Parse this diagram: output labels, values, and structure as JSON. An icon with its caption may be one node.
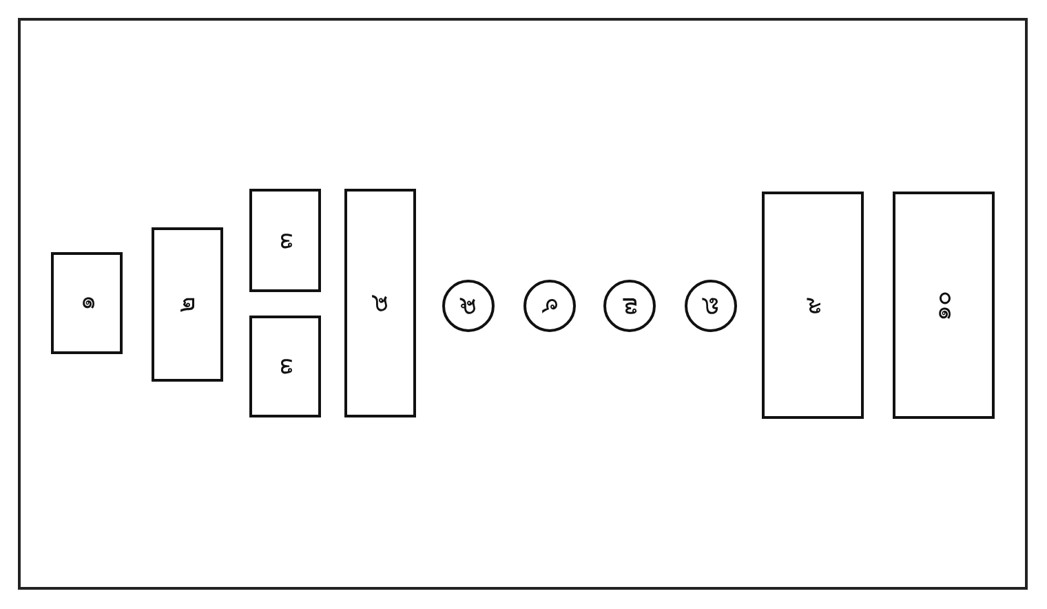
{
  "diagram": {
    "nodes": [
      {
        "text": [
          "๑"
        ]
      },
      {
        "text": [
          "๒"
        ]
      },
      {
        "text": [
          "๓"
        ]
      },
      {
        "text": [
          "๓"
        ]
      },
      {
        "text": [
          "๔"
        ]
      },
      {
        "text": [
          "๕"
        ]
      },
      {
        "text": [
          "๖"
        ]
      },
      {
        "text": [
          "๗"
        ]
      },
      {
        "text": [
          "๘"
        ]
      },
      {
        "text": [
          "๙"
        ]
      },
      {
        "text": [
          "๑๐"
        ]
      }
    ]
  }
}
